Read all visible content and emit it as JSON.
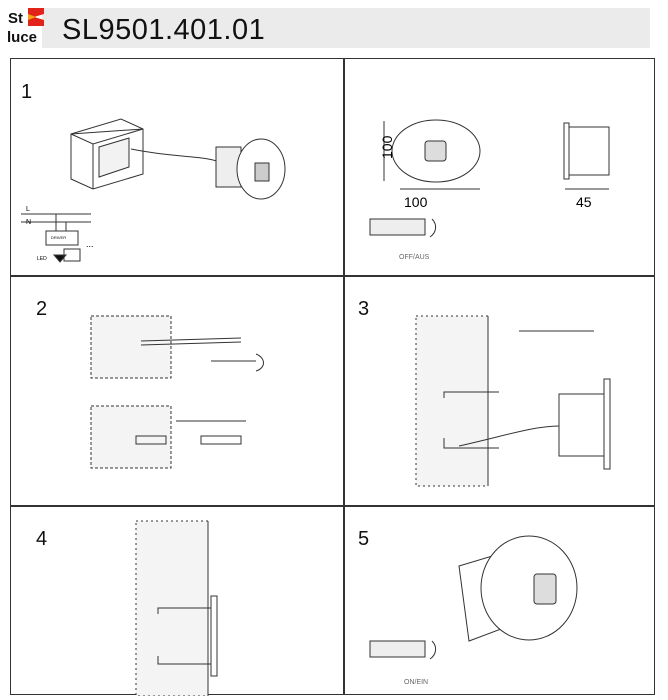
{
  "header": {
    "brand": "St luce",
    "model": "SL9501.401.01"
  },
  "steps": [
    {
      "number": "1",
      "wiring": {
        "line": "L",
        "neutral": "N",
        "driver": "DRIVER",
        "plus": "+",
        "minus": "-",
        "led": "LED",
        "more": "..."
      }
    },
    {
      "dimensions": {
        "height": "100",
        "width": "100",
        "depth": "45"
      },
      "switch_label": "OFF/AUS"
    },
    {
      "number": "2"
    },
    {
      "number": "3"
    },
    {
      "number": "4"
    },
    {
      "number": "5",
      "switch_label": "ON/EIN"
    }
  ],
  "colors": {
    "header_bg": "#ebebeb",
    "logo_red": "#e2231a",
    "logo_orange": "#f7a21b"
  }
}
